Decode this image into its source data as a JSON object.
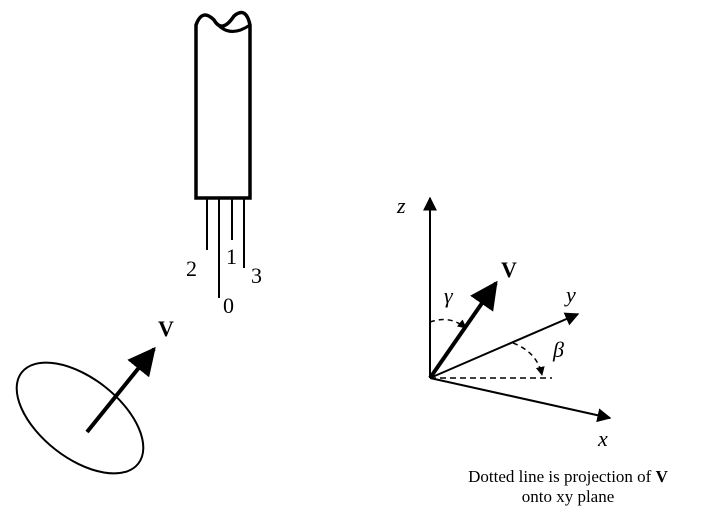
{
  "probe": {
    "wire_labels": {
      "w0": "0",
      "w1": "1",
      "w2": "2",
      "w3": "3"
    },
    "velocity_label": "V"
  },
  "axes": {
    "x_label": "x",
    "y_label": "y",
    "z_label": "z",
    "velocity_label": "V",
    "gamma_label": "γ",
    "beta_label": "β"
  },
  "caption": {
    "line1_prefix": "Dotted line is projection of",
    "line1_bold": "V",
    "line2": "onto xy plane"
  }
}
